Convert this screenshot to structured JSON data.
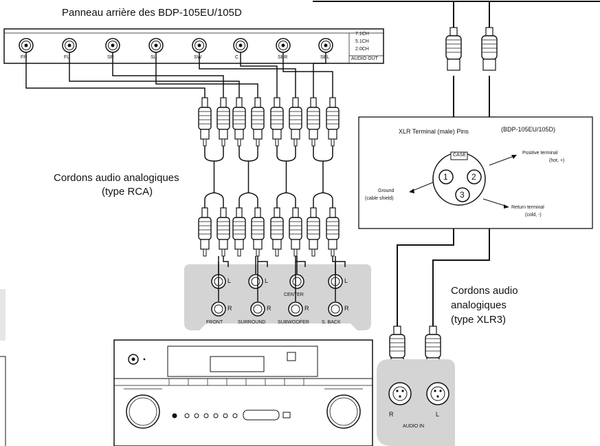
{
  "panel_title": "Panneau arrière des BDP-105EU/105D",
  "panel_outputs": [
    "FR",
    "FL",
    "SR",
    "SL",
    "SW",
    "C",
    "SBR",
    "SBL"
  ],
  "panel_channel_modes": [
    "7.1CH",
    "5.1CH",
    "2.0CH"
  ],
  "panel_section_label": "AUDIO OUT",
  "rca_cable_label_line1": "Cordons audio analogiques",
  "rca_cable_label_line2": "(type RCA)",
  "xlr_box": {
    "title": "XLR Terminal (male) Pins",
    "model": "(BDP-105EU/105D)",
    "case_label": "CASE",
    "pins": [
      "1",
      "2",
      "3"
    ],
    "positive_label": "Positive terminal",
    "positive_sub": "(hot, +)",
    "ground_label": "Ground",
    "ground_sub": "(cable shield)",
    "return_label": "Return terminal",
    "return_sub": "(cold, -)"
  },
  "xlr_cable_label": [
    "Cordons audio",
    "analogiques",
    "(type XLR3)"
  ],
  "receiver_jacks": {
    "top_row": [
      "L",
      "L",
      "",
      "L"
    ],
    "center_label": "CENTER",
    "bottom_row": [
      "R",
      "R",
      "R",
      "R"
    ],
    "group_labels": [
      "FRONT",
      "SURROUND",
      "SUBWOOFER",
      "S. BACK"
    ]
  },
  "xlr_input": {
    "channels": [
      "R",
      "L"
    ],
    "label": "AUDIO IN"
  },
  "colors": {
    "line": "#111111",
    "gray_panel": "#d4d4d4",
    "light_gray": "#e6e6e6"
  }
}
